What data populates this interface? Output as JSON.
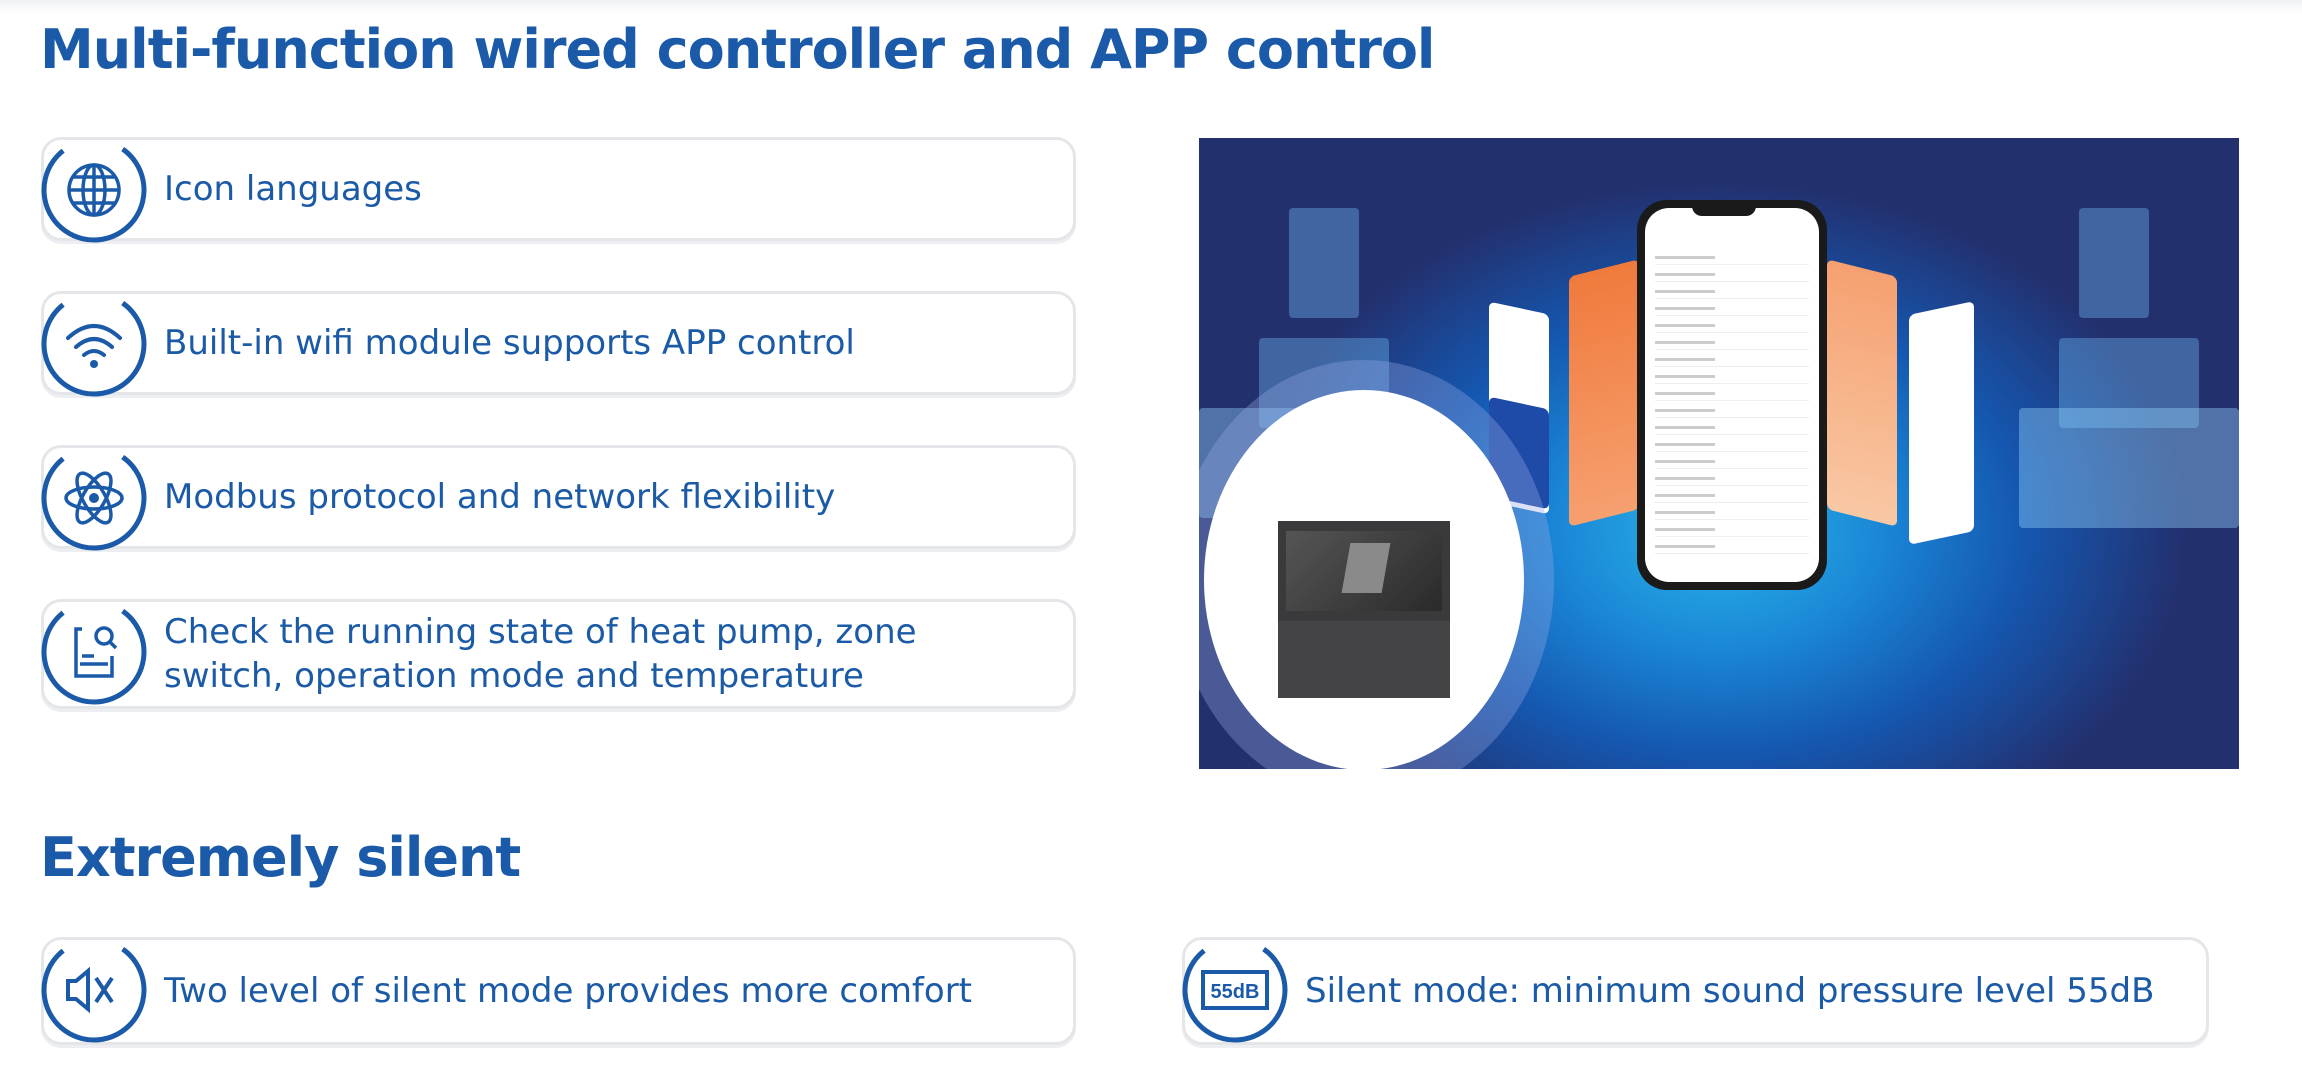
{
  "section1": {
    "title": "Multi-function wired controller and APP control",
    "features": [
      {
        "icon": "globe-icon",
        "label": "Icon languages"
      },
      {
        "icon": "wifi-icon",
        "label": "Built-in wifi module supports APP control"
      },
      {
        "icon": "atom-icon",
        "label": "Modbus protocol and network flexibility"
      },
      {
        "icon": "document-search-icon",
        "label": "Check the running state of heat pump, zone switch, operation mode and temperature"
      }
    ]
  },
  "section2": {
    "title": "Extremely silent",
    "features": [
      {
        "icon": "mute-speaker-icon",
        "label": "Two level of silent mode provides more comfort"
      },
      {
        "icon": "decibel-icon",
        "label": "Silent mode: minimum sound pressure level 55dB",
        "badge": "55dB"
      }
    ]
  },
  "colors": {
    "accent": "#1a5aa8",
    "card_border": "#e4e6ea"
  }
}
